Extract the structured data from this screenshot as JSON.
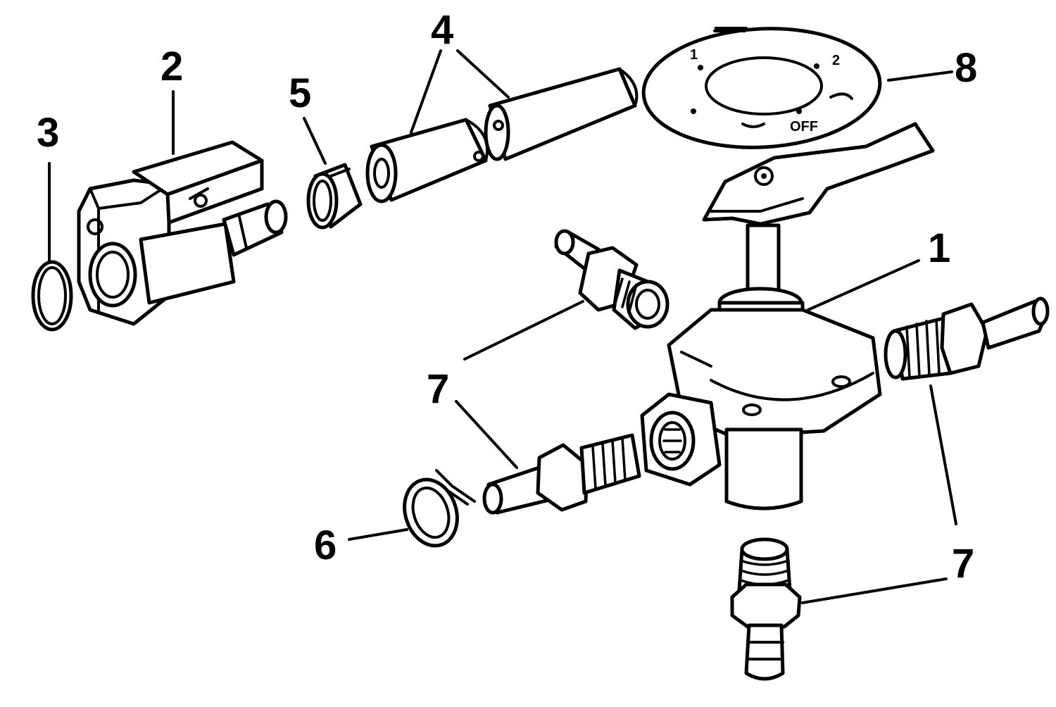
{
  "callouts": {
    "c1": "1",
    "c2": "2",
    "c3": "3",
    "c4": "4",
    "c5": "5",
    "c6": "6",
    "c7a": "7",
    "c7b": "7",
    "c8": "8"
  },
  "dial_plate": {
    "mark_off": "OFF",
    "mark_1": "1",
    "mark_2": "2"
  },
  "colors": {
    "line": "#000000",
    "background": "#ffffff"
  }
}
